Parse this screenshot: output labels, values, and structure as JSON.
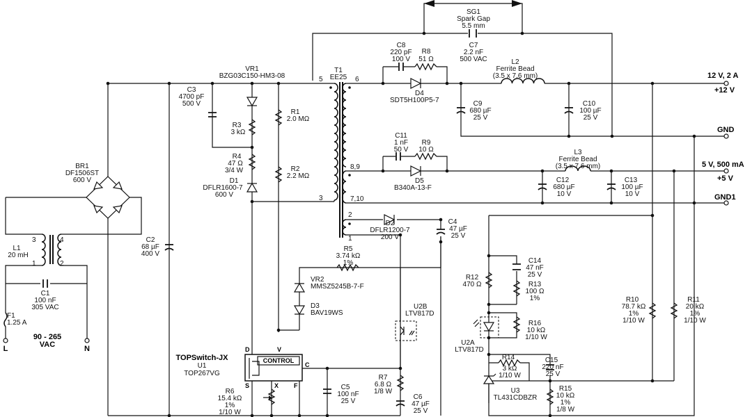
{
  "sg1": {
    "ref": "SG1",
    "name": "Spark Gap",
    "value": "5.5 mm"
  },
  "c7": {
    "ref": "C7",
    "value": "2.2 nF",
    "rating": "500 VAC"
  },
  "c8": {
    "ref": "C8",
    "value": "220 pF",
    "rating": "100 V"
  },
  "r8": {
    "ref": "R8",
    "value": "51 Ω"
  },
  "d4": {
    "ref": "D4",
    "part": "SDT5H100P5-7"
  },
  "l2": {
    "ref": "L2",
    "name": "Ferrite Bead",
    "size": "(3.5 x 7.6 mm)"
  },
  "c9": {
    "ref": "C9",
    "value": "680 µF",
    "rating": "25 V"
  },
  "c10": {
    "ref": "C10",
    "value": "100 µF",
    "rating": "25 V"
  },
  "vr1": {
    "ref": "VR1",
    "part": "BZG03C150-HM3-08"
  },
  "t1": {
    "ref": "T1",
    "part": "EE25",
    "pin5": "5",
    "pin6": "6",
    "pin3": "3",
    "pin89": "8,9",
    "pin710": "7,10",
    "pin2": "2",
    "pin1": "1"
  },
  "c3": {
    "ref": "C3",
    "value": "4700 pF",
    "rating": "500 V"
  },
  "r3": {
    "ref": "R3",
    "value": "3 kΩ"
  },
  "r4": {
    "ref": "R4",
    "value": "47 Ω",
    "rating": "3/4 W"
  },
  "d1": {
    "ref": "D1",
    "part": "DFLR1600-7",
    "rating": "600 V"
  },
  "r1": {
    "ref": "R1",
    "value": "2.0 MΩ"
  },
  "r2": {
    "ref": "R2",
    "value": "2.2 MΩ"
  },
  "c11": {
    "ref": "C11",
    "value": "1 nF",
    "rating": "50 V"
  },
  "r9": {
    "ref": "R9",
    "value": "10 Ω"
  },
  "d5": {
    "ref": "D5",
    "part": "B340A-13-F"
  },
  "l3": {
    "ref": "L3",
    "name": "Ferrite Bead",
    "size": "(3.5 x 7.6 mm)"
  },
  "c12": {
    "ref": "C12",
    "value": "680 µF",
    "rating": "10 V"
  },
  "c13": {
    "ref": "C13",
    "value": "100 µF",
    "rating": "10 V"
  },
  "br1": {
    "ref": "BR1",
    "part": "DF1506ST",
    "rating": "600 V"
  },
  "l1": {
    "ref": "L1",
    "value": "20 mH",
    "pin1": "1",
    "pin2": "2",
    "pin3": "3",
    "pin4": "4"
  },
  "c1": {
    "ref": "C1",
    "value": "100 nF",
    "rating": "305 VAC"
  },
  "f1": {
    "ref": "F1",
    "value": "1.25 A"
  },
  "input": {
    "range": "90 - 265",
    "unit": "VAC",
    "l": "L",
    "n": "N"
  },
  "c2": {
    "ref": "C2",
    "value": "68 µF",
    "rating": "400 V"
  },
  "d2": {
    "ref": "D2",
    "part": "DFLR1200-7",
    "rating": "200 V"
  },
  "c4": {
    "ref": "C4",
    "value": "47 µF",
    "rating": "25 V"
  },
  "r5": {
    "ref": "R5",
    "value": "3.74 kΩ",
    "tol": "1%"
  },
  "vr2": {
    "ref": "VR2",
    "part": "MMSZ5245B-7-F"
  },
  "d3": {
    "ref": "D3",
    "part": "BAV19WS"
  },
  "u2b": {
    "ref": "U2B",
    "part": "LTV817D"
  },
  "u1": {
    "family": "TOPSwitch-JX",
    "ref": "U1",
    "part": "TOP267VG",
    "block": "CONTROL",
    "pinD": "D",
    "pinV": "V",
    "pinC": "C",
    "pinS": "S",
    "pinX": "X",
    "pinF": "F"
  },
  "r6": {
    "ref": "R6",
    "value": "15.4 kΩ",
    "tol": "1%",
    "rating": "1/10 W"
  },
  "c5": {
    "ref": "C5",
    "value": "100 nF",
    "rating": "25 V"
  },
  "r7": {
    "ref": "R7",
    "value": "6.8 Ω",
    "rating": "1/8 W"
  },
  "c6": {
    "ref": "C6",
    "value": "47 µF",
    "rating": "25 V"
  },
  "c14": {
    "ref": "C14",
    "value": "47 nF",
    "rating": "25 V"
  },
  "r12": {
    "ref": "R12",
    "value": "470 Ω"
  },
  "r13": {
    "ref": "R13",
    "value": "100 Ω",
    "tol": "1%"
  },
  "r16": {
    "ref": "R16",
    "value": "10 kΩ",
    "rating": "1/10 W"
  },
  "u2a": {
    "ref": "U2A",
    "part": "LTV817D"
  },
  "r14": {
    "ref": "R14",
    "value": "3 kΩ",
    "rating": "1/10 W"
  },
  "c15": {
    "ref": "C15",
    "value": "220 nF",
    "rating": "25 V"
  },
  "u3": {
    "ref": "U3",
    "part": "TL431CDBZR"
  },
  "r15": {
    "ref": "R15",
    "value": "10 kΩ",
    "tol": "1%",
    "rating": "1/8 W"
  },
  "r10": {
    "ref": "R10",
    "value": "78.7 kΩ",
    "tol": "1%",
    "rating": "1/10 W"
  },
  "r11": {
    "ref": "R11",
    "value": "20 kΩ",
    "tol": "1%",
    "rating": "1/10 W"
  },
  "outputs": {
    "v12_spec": "12 V, 2 A",
    "v12_label": "+12 V",
    "gnd": "GND",
    "v5_spec": "5 V, 500 mA",
    "v5_label": "+5 V",
    "gnd1": "GND1"
  }
}
